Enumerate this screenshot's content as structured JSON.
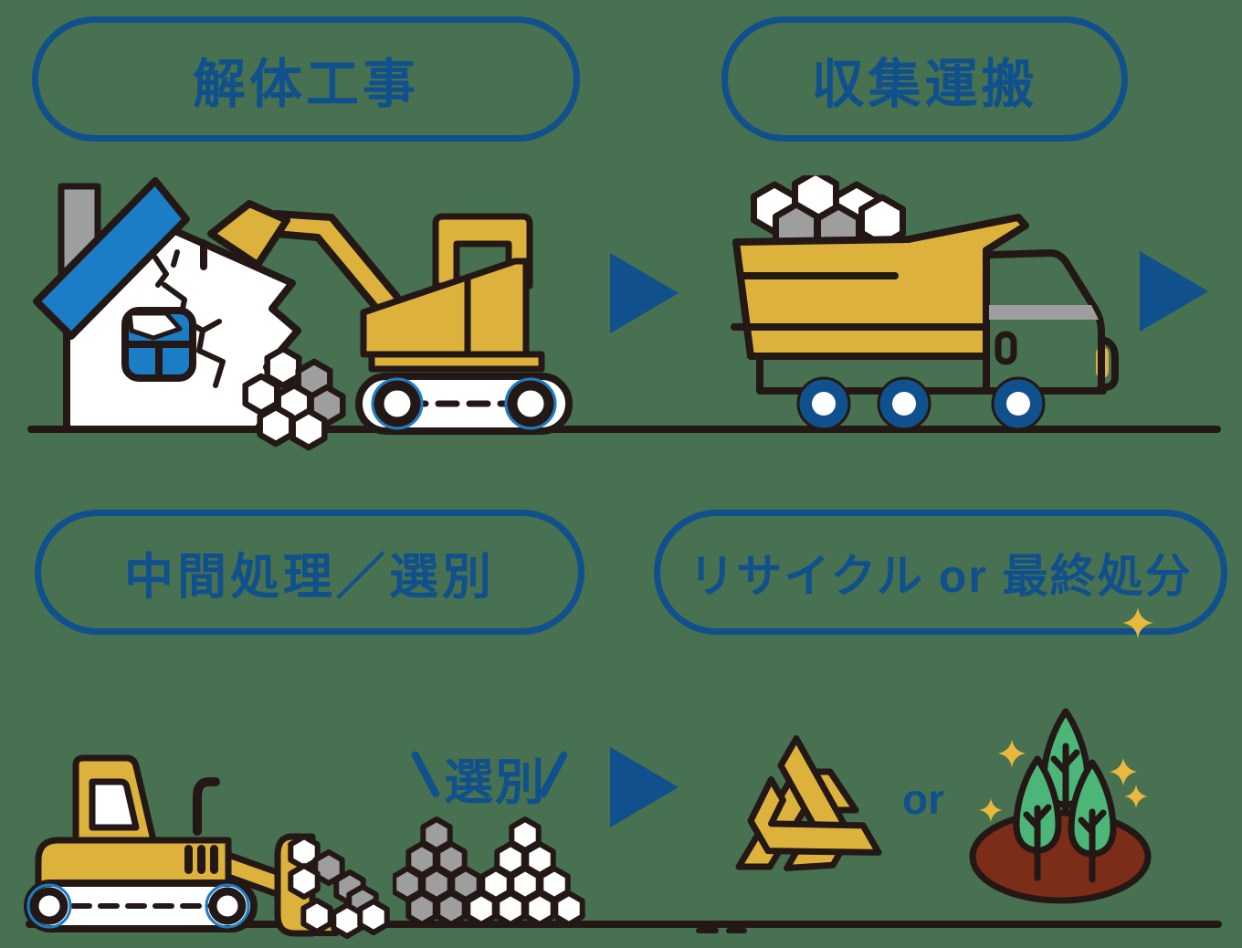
{
  "background": "#477150",
  "palette": {
    "navy": "#10508c",
    "bright_blue": "#1b7dc5",
    "mustard_yellow": "#dcb13c",
    "outline_dark": "#231815",
    "gray": "#9e9e9f",
    "white": "#ffffff",
    "tree_green": "#4cb578",
    "soil_brown": "#7b2d18",
    "sparkle_gold": "#e9b83d"
  },
  "steps": [
    {
      "label": "解体工事",
      "icon": "demolished-house-and-excavator"
    },
    {
      "label": "収集運搬",
      "icon": "dump-truck-with-debris"
    },
    {
      "label": "中間処理／選別",
      "icon": "bulldozer-and-sorted-rubble-piles"
    },
    {
      "label": "リサイクル or 最終処分",
      "icon": "recycle-symbol-or-forest"
    }
  ],
  "annotations": {
    "sorting": "選別",
    "or": "or"
  }
}
